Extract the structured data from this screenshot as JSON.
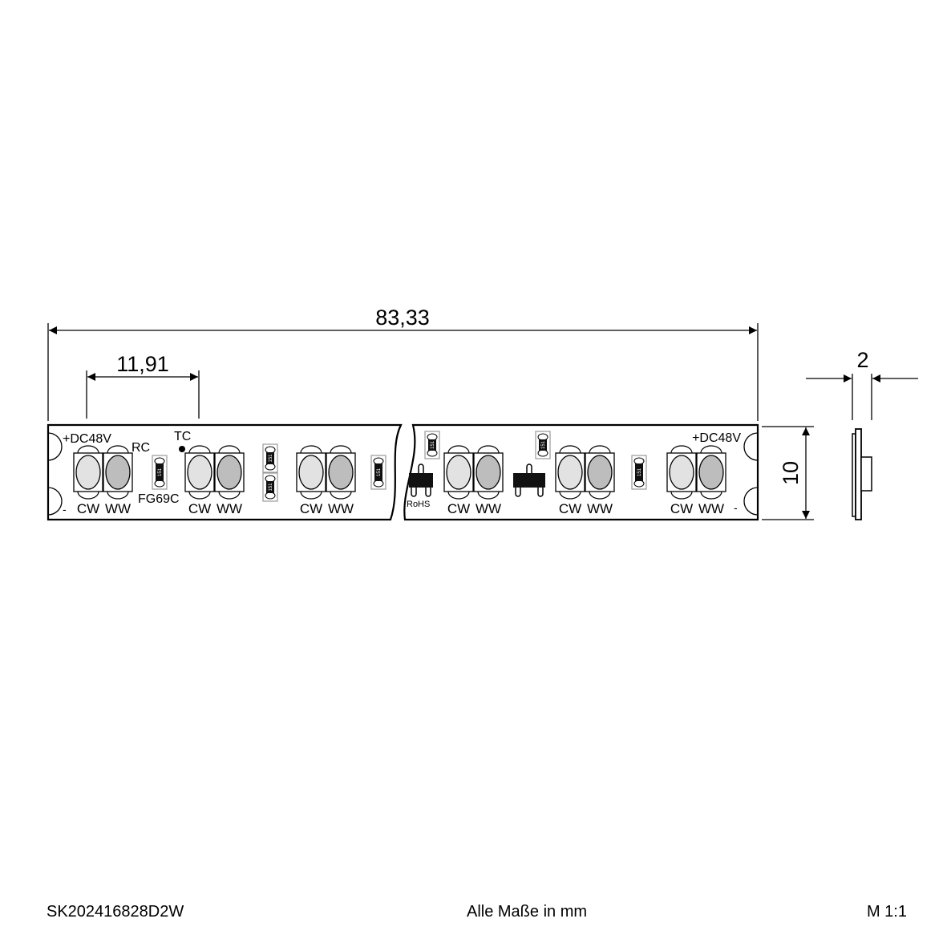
{
  "dimensions": {
    "length": "83,33",
    "pitch": "11,91",
    "height": "10",
    "thickness": "2"
  },
  "strip": {
    "plus_label": "+DC48V",
    "minus_label": "-",
    "rc_label": "RC",
    "tc_label": "TC",
    "fg_label": "FG69C",
    "rohs_label": "RoHS",
    "resistor_code": "151",
    "cw_label": "CW",
    "ww_label": "WW",
    "colors": {
      "cw": "#e2e2e2",
      "ww": "#bdbdbd"
    }
  },
  "footer": {
    "code": "SK202416828D2W",
    "note": "Alle Maße in mm",
    "scale": "M 1:1"
  }
}
